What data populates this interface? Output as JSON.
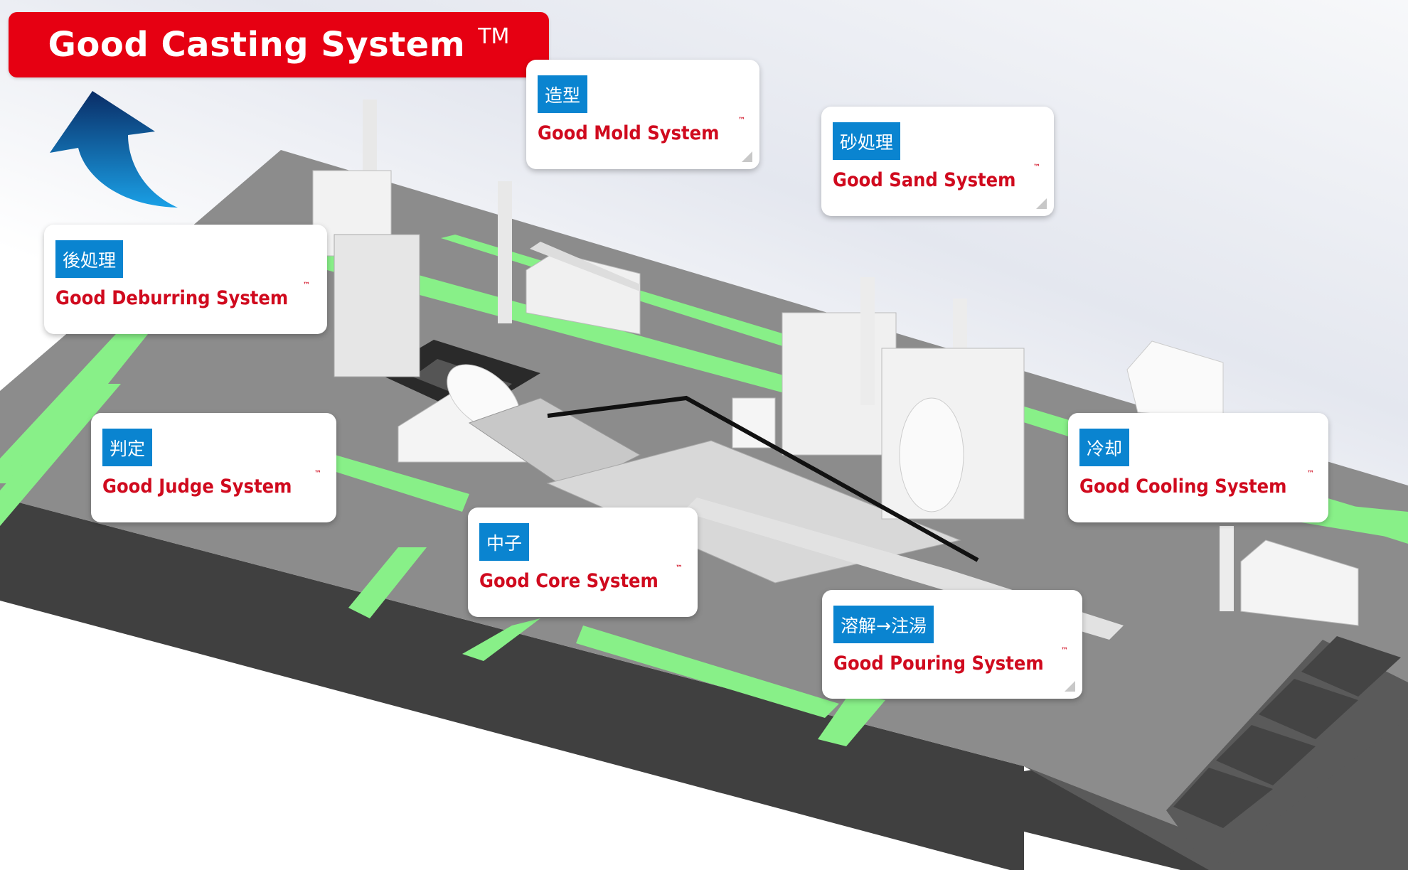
{
  "title": {
    "text": "Good Casting System",
    "tm": "TM",
    "color": "#e60012"
  },
  "back_arrow": {
    "icon": "curved-up-arrow-icon",
    "color_top": "#0a2d66",
    "color_bottom": "#1aa0e6"
  },
  "colors": {
    "tag_bg": "#0a84d0",
    "name_text": "#d00a1e",
    "floor": "#8c8c8c",
    "floor_side": "#404040",
    "walkway": "#88f088"
  },
  "systems": [
    {
      "id": "mold",
      "tag": "造型",
      "name": "Good Mold System",
      "tm": "™",
      "expandable": true
    },
    {
      "id": "sand",
      "tag": "砂処理",
      "name": "Good Sand System",
      "tm": "™",
      "expandable": true
    },
    {
      "id": "deburring",
      "tag": "後処理",
      "name": "Good Deburring System",
      "tm": "™",
      "expandable": false
    },
    {
      "id": "judge",
      "tag": "判定",
      "name": "Good Judge System",
      "tm": "™",
      "expandable": false
    },
    {
      "id": "core",
      "tag": "中子",
      "name": "Good Core System",
      "tm": "™",
      "expandable": false
    },
    {
      "id": "pouring",
      "tag": "溶解→注湯",
      "name": "Good Pouring System",
      "tm": "™",
      "expandable": true
    },
    {
      "id": "cooling",
      "tag": "冷却",
      "name": "Good Cooling System",
      "tm": "™",
      "expandable": false
    }
  ]
}
